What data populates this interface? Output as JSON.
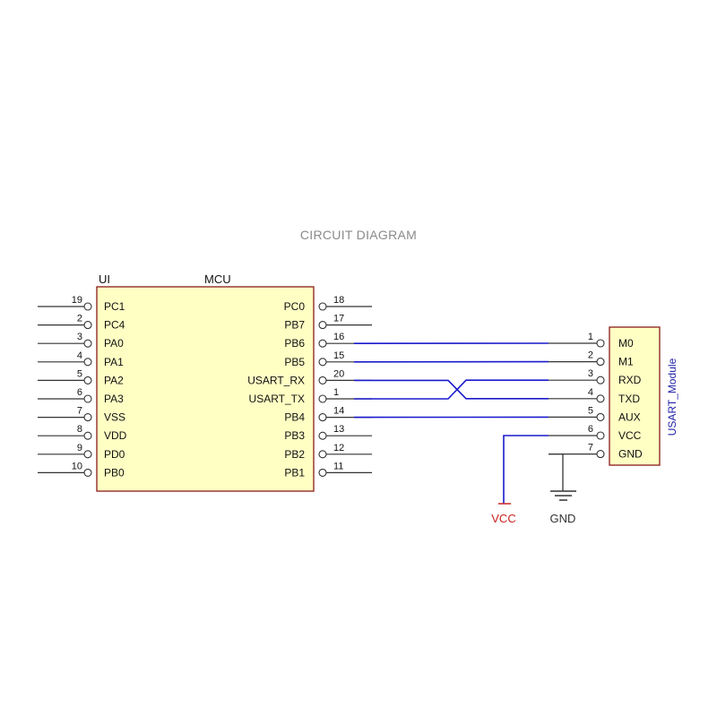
{
  "title": "CIRCUIT DIAGRAM",
  "colors": {
    "chip_fill": "#ffffc4",
    "chip_stroke": "#8b1a1a",
    "wire_blue": "#1a1acc",
    "pin_line": "#333333",
    "vcc_red": "#cc2222"
  },
  "mcu": {
    "ref": "UI",
    "name": "MCU",
    "left_pins": [
      {
        "num": "19",
        "label": "PC1"
      },
      {
        "num": "2",
        "label": "PC4"
      },
      {
        "num": "3",
        "label": "PA0"
      },
      {
        "num": "4",
        "label": "PA1"
      },
      {
        "num": "5",
        "label": "PA2"
      },
      {
        "num": "6",
        "label": "PA3"
      },
      {
        "num": "7",
        "label": "VSS"
      },
      {
        "num": "8",
        "label": "VDD"
      },
      {
        "num": "9",
        "label": "PD0"
      },
      {
        "num": "10",
        "label": "PB0"
      }
    ],
    "right_pins": [
      {
        "num": "18",
        "label": "PC0"
      },
      {
        "num": "17",
        "label": "PB7"
      },
      {
        "num": "16",
        "label": "PB6"
      },
      {
        "num": "15",
        "label": "PB5"
      },
      {
        "num": "20",
        "label": "USART_RX"
      },
      {
        "num": "1",
        "label": "USART_TX"
      },
      {
        "num": "14",
        "label": "PB4"
      },
      {
        "num": "13",
        "label": "PB3"
      },
      {
        "num": "12",
        "label": "PB2"
      },
      {
        "num": "11",
        "label": "PB1"
      }
    ]
  },
  "module": {
    "name": "USART_Module",
    "pins": [
      {
        "num": "1",
        "label": "M0"
      },
      {
        "num": "2",
        "label": "M1"
      },
      {
        "num": "3",
        "label": "RXD"
      },
      {
        "num": "4",
        "label": "TXD"
      },
      {
        "num": "5",
        "label": "AUX"
      },
      {
        "num": "6",
        "label": "VCC"
      },
      {
        "num": "7",
        "label": "GND"
      }
    ]
  },
  "power": {
    "vcc_label": "VCC",
    "gnd_label": "GND"
  }
}
